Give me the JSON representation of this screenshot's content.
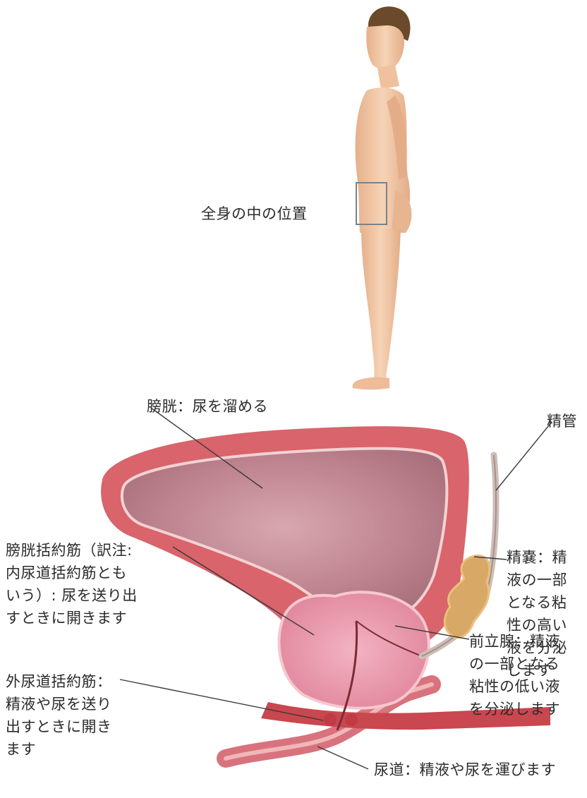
{
  "figure": {
    "body_location_label": "全身の中の位置",
    "labels": {
      "bladder": "膀胱：尿を溜める",
      "vas_deferens": "精管",
      "seminal_vesicle": "精嚢：精\n液の一部\nとなる粘\n性の高い\n液を分泌\nします",
      "bladder_sphincter": "膀胱括約筋（訳注:\n内尿道括約筋とも\nいう）: 尿を送り出\nすときに開きます",
      "external_sphincter": "外尿道括約筋：\n精液や尿を送り\n出すときに開き\nます",
      "prostate": "前立腺：精液\nの一部となる\n粘性の低い液\nを分泌します",
      "urethra": "尿道：精液や尿を運びます"
    },
    "colors": {
      "skin": "#f2c9a8",
      "skin_shadow": "#d9a47f",
      "hair": "#6b4a2b",
      "bladder_wall": "#d9646b",
      "bladder_lumen": "#c98c97",
      "prostate": "#e58fa5",
      "vesicle": "#d8a866",
      "leader_line": "#3a3a3a",
      "locator_box": "#7a8288"
    }
  }
}
